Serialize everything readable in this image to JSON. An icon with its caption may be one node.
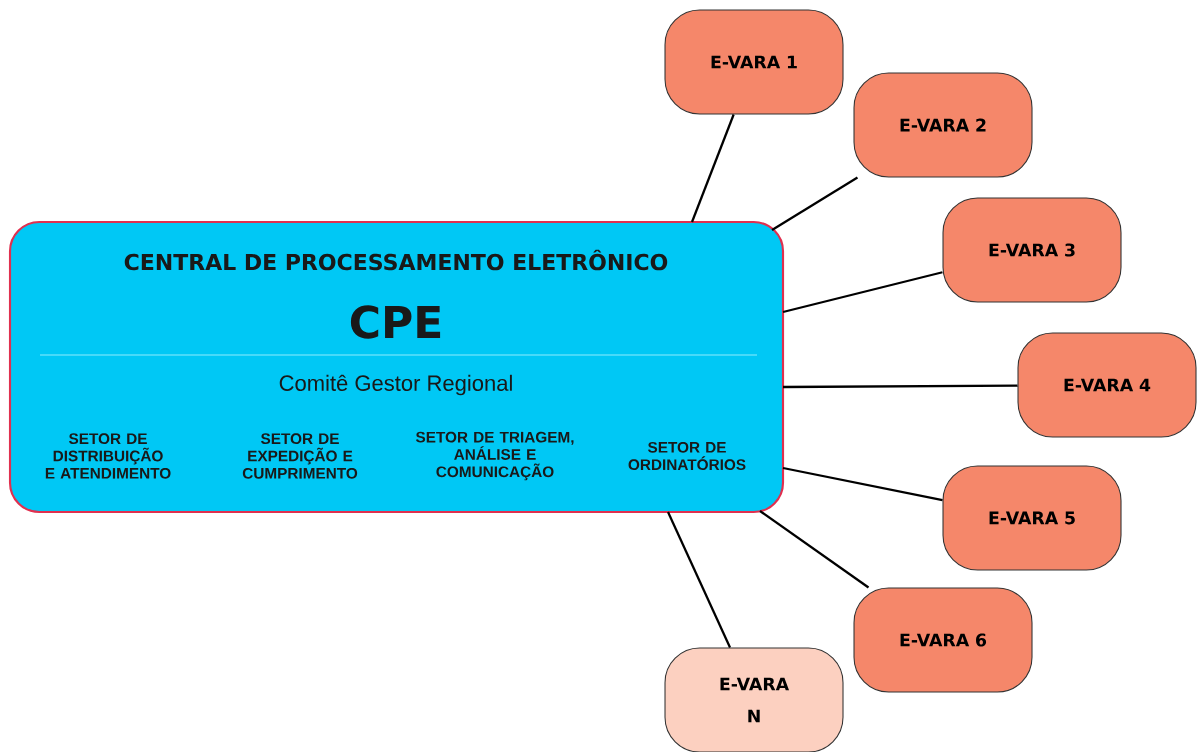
{
  "diagram": {
    "nodes": [
      {
        "text": [
          "CENTRAL DE PROCESSAMENTO ELETRÔNICO",
          "CPE",
          "Comitê Gestor Regional",
          "SETOR DE DISTRIBUIÇÃO E ATENDIMENTO",
          "SETOR DE EXPEDIÇÃO E CUMPRIMENTO",
          "SETOR DE TRIAGEM, ANÁLISE E COMUNICAÇÃO",
          "SETOR DE ORDINATÓRIOS"
        ]
      },
      {
        "text": [
          "E-VARA 1"
        ]
      },
      {
        "text": [
          "E-VARA 2"
        ]
      },
      {
        "text": [
          "E-VARA 3"
        ]
      },
      {
        "text": [
          "E-VARA 4"
        ]
      },
      {
        "text": [
          "E-VARA 5"
        ]
      },
      {
        "text": [
          "E-VARA 6"
        ]
      },
      {
        "text": [
          "E-VARA N"
        ]
      }
    ],
    "edges": [
      {
        "from": 0,
        "to": 1,
        "arrow": "none"
      },
      {
        "from": 0,
        "to": 2,
        "arrow": "none"
      },
      {
        "from": 0,
        "to": 3,
        "arrow": "none"
      },
      {
        "from": 0,
        "to": 4,
        "arrow": "none"
      },
      {
        "from": 0,
        "to": 5,
        "arrow": "none"
      },
      {
        "from": 0,
        "to": 6,
        "arrow": "none"
      },
      {
        "from": 0,
        "to": 7,
        "arrow": "none"
      }
    ]
  }
}
